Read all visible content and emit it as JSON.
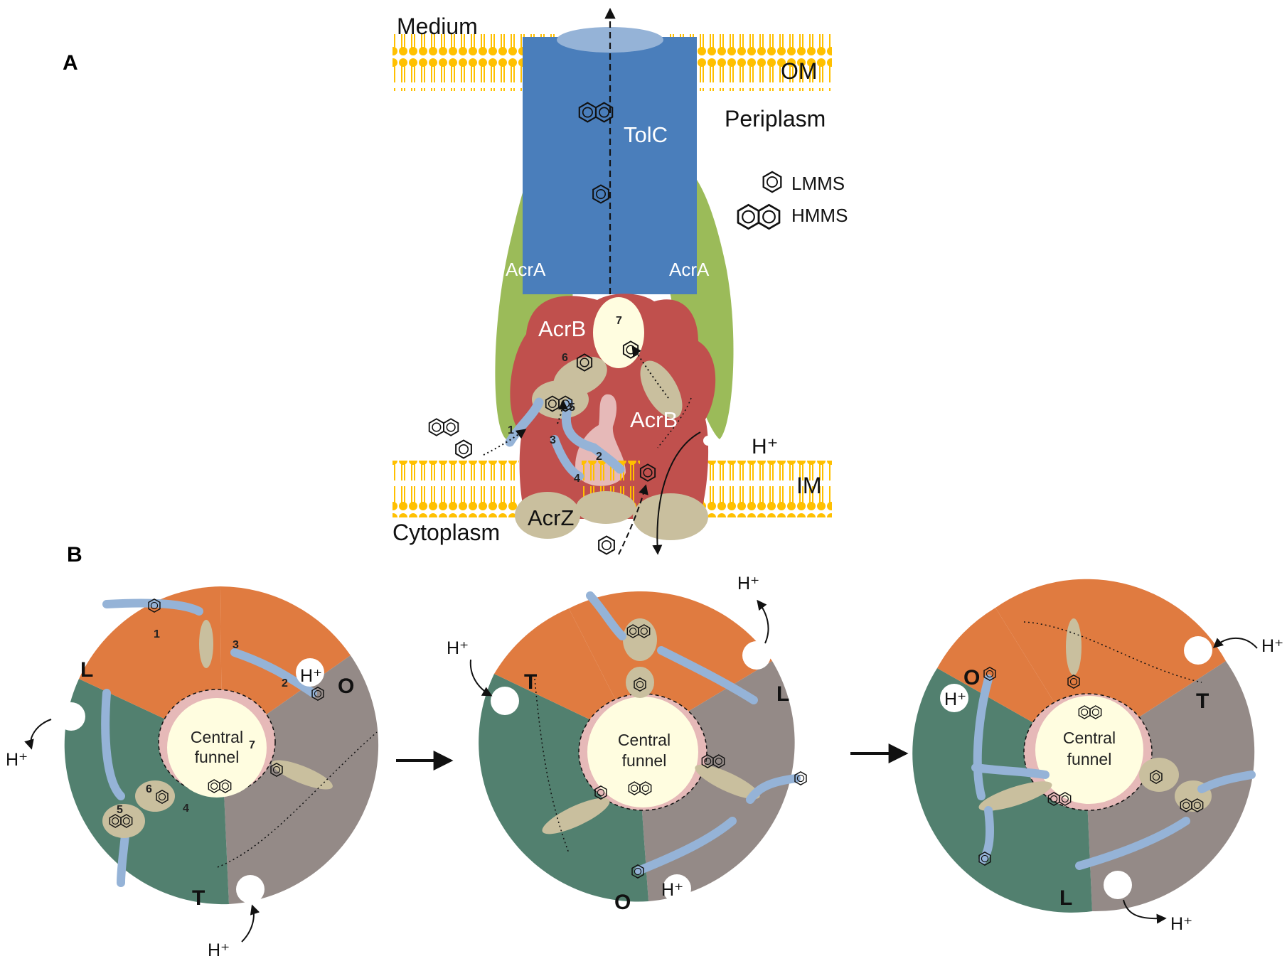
{
  "panels": {
    "a": "A",
    "b": "B"
  },
  "labels": {
    "medium": "Medium",
    "om": "OM",
    "periplasm": "Periplasm",
    "cytoplasm": "Cytoplasm",
    "im": "IM",
    "tolc": "TolC",
    "acra_left": "AcrA",
    "acra_right": "AcrA",
    "acrb_top": "AcrB",
    "acrb_right": "AcrB",
    "acrz": "AcrZ",
    "h_plus": "H⁺"
  },
  "legend": {
    "lmms": "LMMS",
    "hmms": "HMMS"
  },
  "site_numbers": {
    "n1": "1",
    "n2": "2",
    "n3": "3",
    "n4": "4",
    "n5": "5",
    "n6": "6",
    "n7": "7"
  },
  "panel_b": {
    "funnel_line1": "Central",
    "funnel_line2": "funnel",
    "circle1": {
      "top": "L",
      "right": "O",
      "bottom": "T"
    },
    "circle2": {
      "top": "T",
      "right": "L",
      "bottom": "O"
    },
    "circle3": {
      "top": "O",
      "right": "T",
      "bottom": "L"
    }
  },
  "colors": {
    "membrane": "#FFC000",
    "tolc": "#4A7EBB",
    "acra": "#9BBB59",
    "acrb": "#C0504D",
    "acrz": "#C9BF9E",
    "blue_path": "#95B3D7",
    "funnel": "#FFFDE0",
    "pocket": "#E6B9B8",
    "seg_orange": "#E07B40",
    "seg_gray": "#948A87",
    "seg_green": "#52806F"
  }
}
